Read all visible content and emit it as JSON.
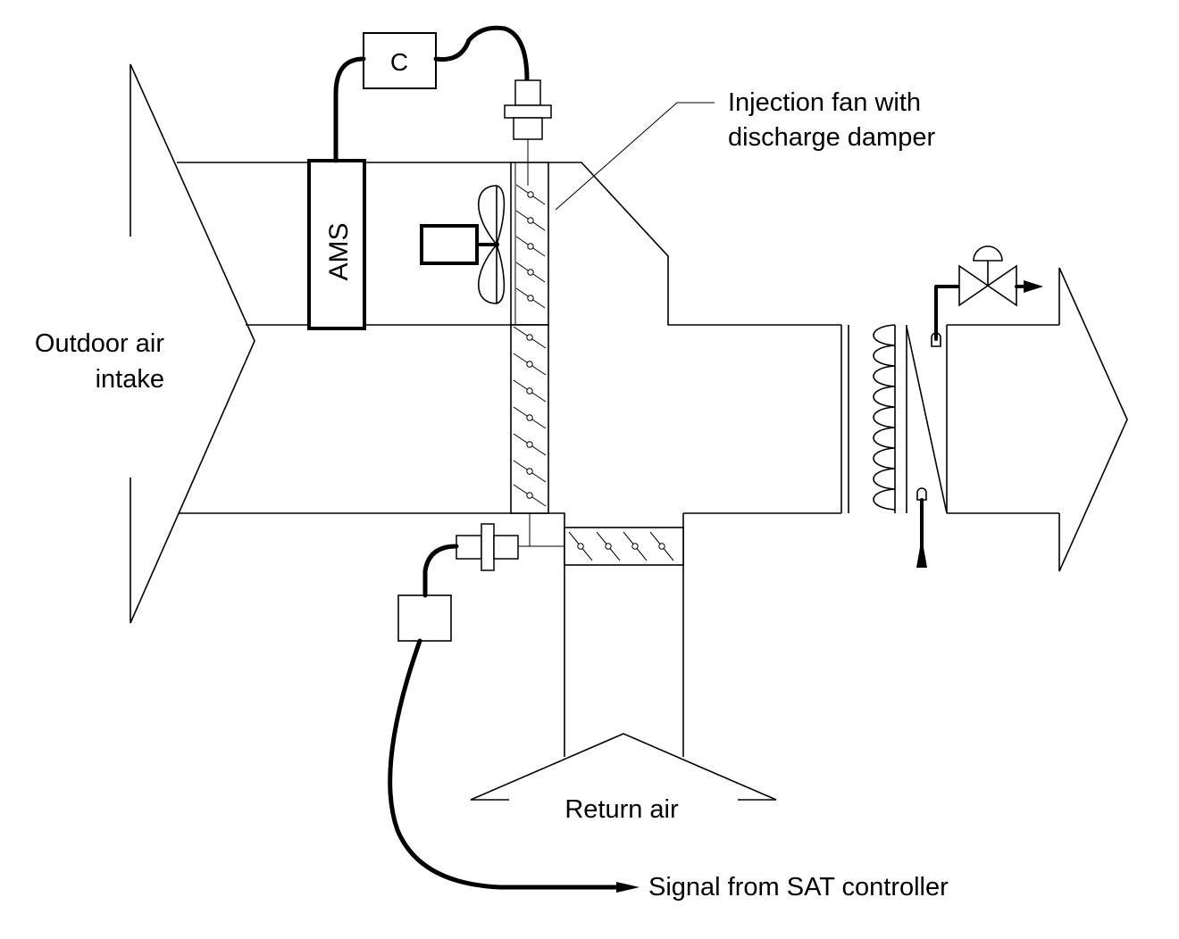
{
  "labels": {
    "injection_fan_line1": "Injection fan with",
    "injection_fan_line2": "discharge damper",
    "outdoor_air_line1": "Outdoor air",
    "outdoor_air_line2": "intake",
    "return_air": "Return air",
    "signal": "Signal from SAT controller",
    "ams": "AMS",
    "controller": "C"
  }
}
